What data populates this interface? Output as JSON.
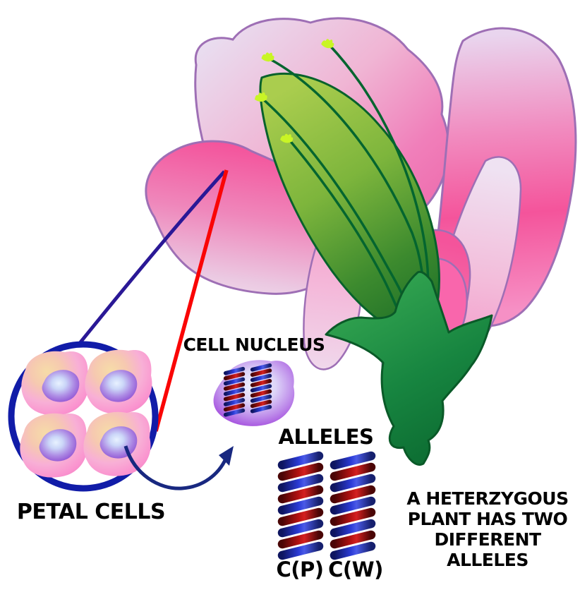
{
  "diagram": {
    "labels": {
      "petal_cells": "PETAL CELLS",
      "cell_nucleus": "CELL NUCLEUS",
      "alleles": "ALLELES",
      "allele_left": "C(P)",
      "allele_right": "C(W)"
    },
    "caption": {
      "lines": [
        "A HETERZYGOUS",
        "PLANT HAS TWO",
        "DIFFERENT",
        "ALLELES"
      ]
    },
    "illustrations": [
      "sweet-pea-flower",
      "petal-cells-magnifier-circle",
      "petal-cell",
      "cell-nucleus-blob",
      "dna-helix",
      "pointer-line-red",
      "pointer-line-blue",
      "curved-arrow"
    ],
    "colors": {
      "petal_pink": "#F4549B",
      "petal_light": "#EADAF0",
      "petal_outline": "#9E6FB5",
      "keel_green": "#7DB53C",
      "leaf_green": "#178540",
      "stamen_green": "#04652F",
      "anther_yellow": "#C9F525",
      "magnifier_blue": "#111CA8",
      "pointer_red": "#FA0505",
      "pointer_blue": "#2A1896",
      "cell_pink": "#FA93CF",
      "cell_peach": "#F6DCA8",
      "nucleus_purple": "#9438D2",
      "dna_blue": "#2B3BD6",
      "dna_red": "#B51212",
      "text_black": "#000000"
    }
  }
}
